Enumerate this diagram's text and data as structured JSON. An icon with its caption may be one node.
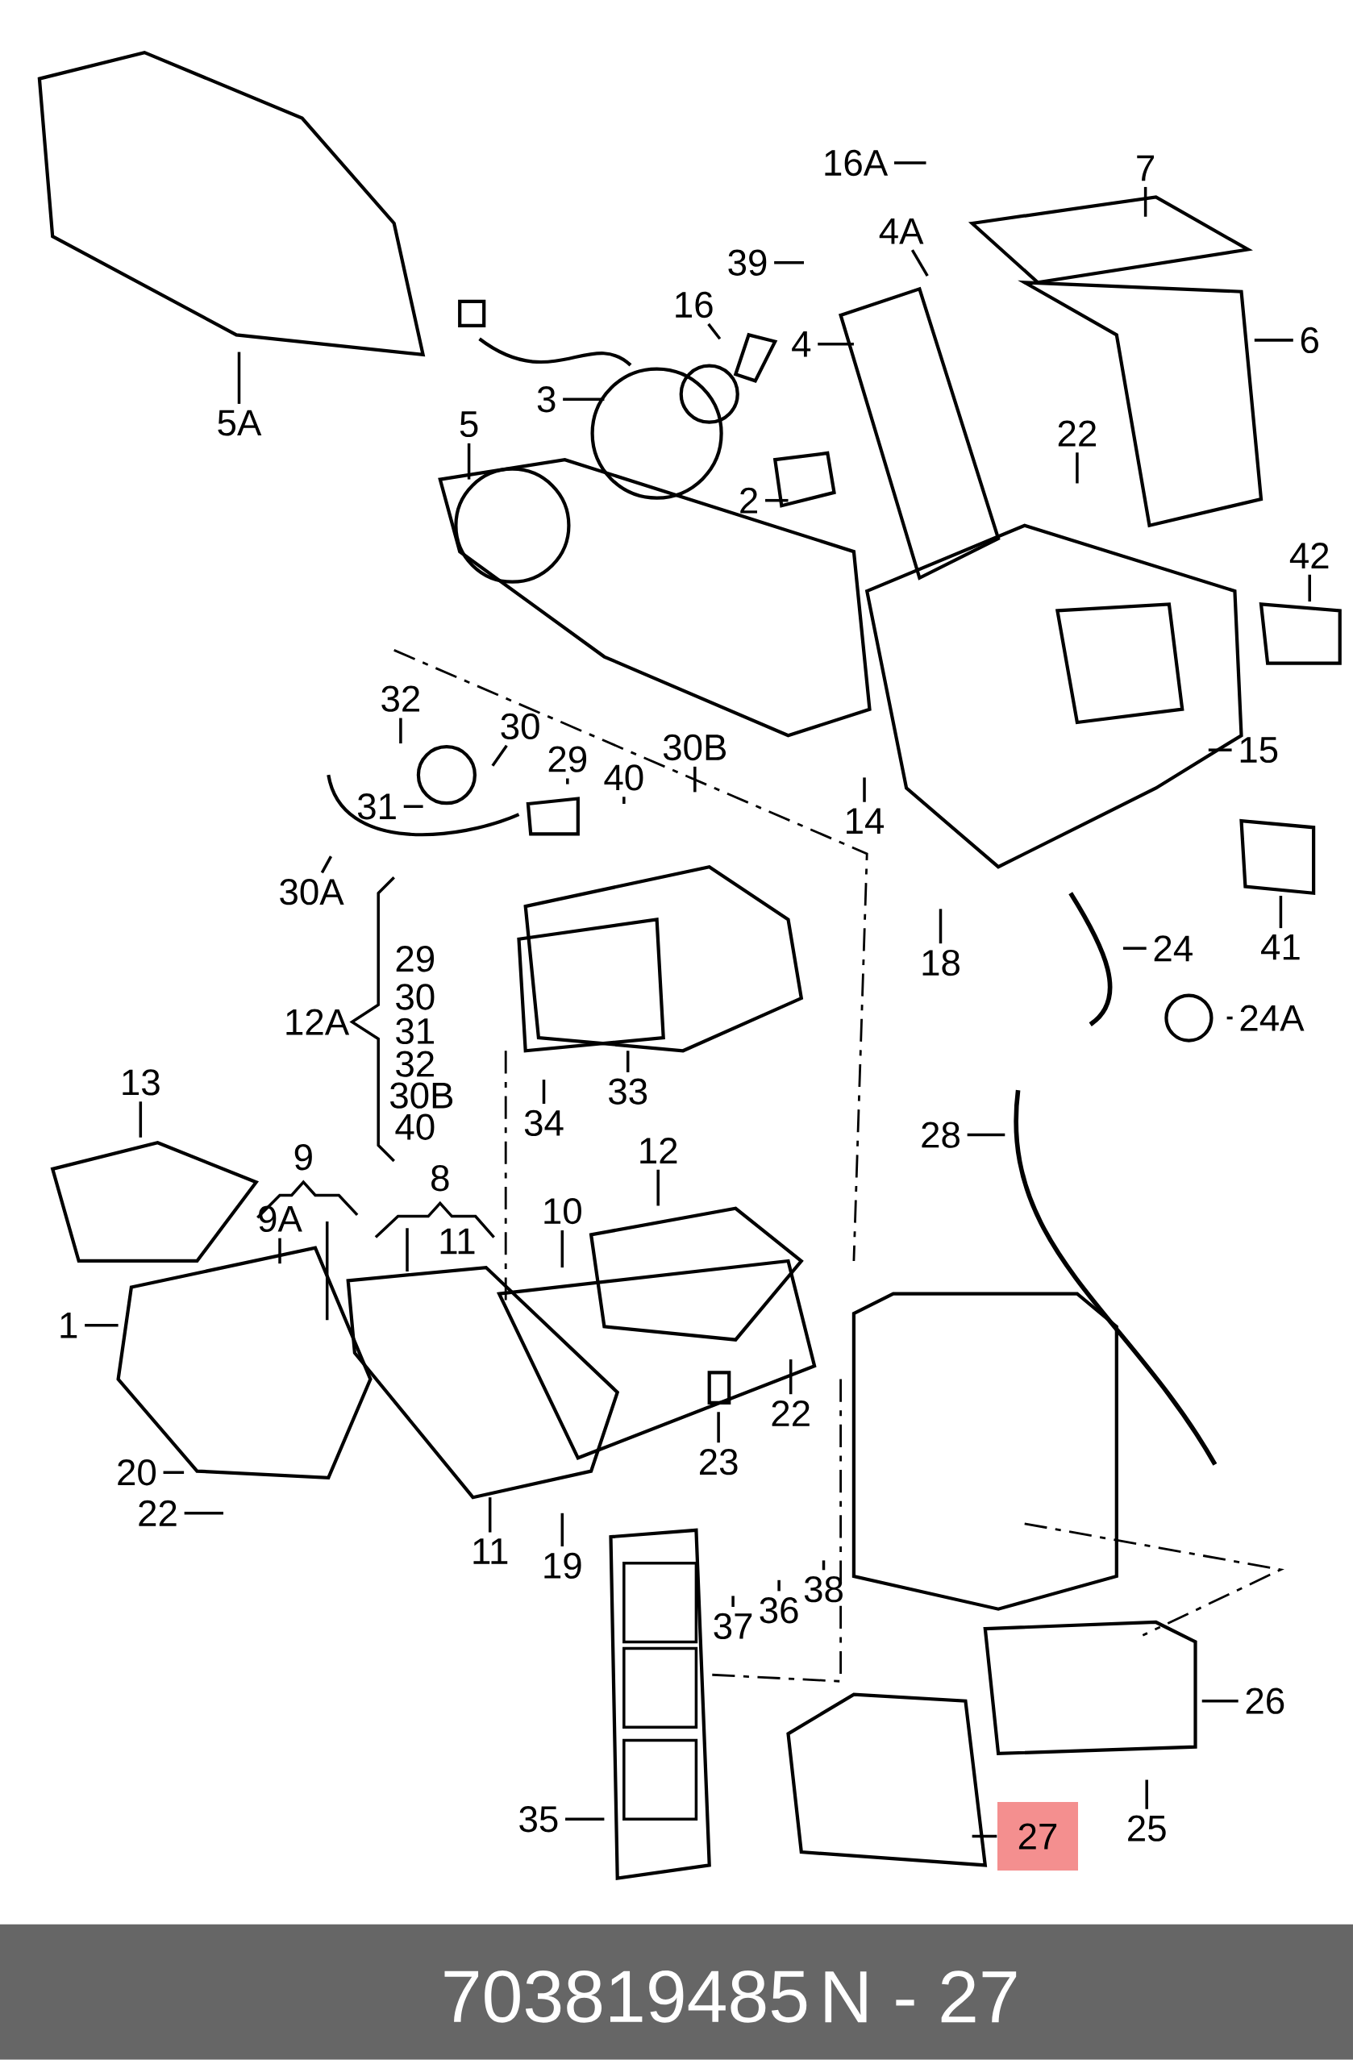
{
  "diagram": {
    "nodes": [
      {
        "text": [
          "5A"
        ]
      },
      {
        "text": [
          "16A"
        ]
      },
      {
        "text": [
          "7"
        ]
      },
      {
        "text": [
          "39"
        ]
      },
      {
        "text": [
          "4A"
        ]
      },
      {
        "text": [
          "16"
        ]
      },
      {
        "text": [
          "4"
        ]
      },
      {
        "text": [
          "6"
        ]
      },
      {
        "text": [
          "3"
        ]
      },
      {
        "text": [
          "5"
        ]
      },
      {
        "text": [
          "22"
        ]
      },
      {
        "text": [
          "2"
        ]
      },
      {
        "text": [
          "42"
        ]
      },
      {
        "text": [
          "32"
        ]
      },
      {
        "text": [
          "30"
        ]
      },
      {
        "text": [
          "29"
        ]
      },
      {
        "text": [
          "30B"
        ]
      },
      {
        "text": [
          "31"
        ]
      },
      {
        "text": [
          "40"
        ]
      },
      {
        "text": [
          "15"
        ]
      },
      {
        "text": [
          "14"
        ]
      },
      {
        "text": [
          "30A"
        ]
      },
      {
        "text": [
          "41"
        ]
      },
      {
        "text": [
          "18"
        ]
      },
      {
        "text": [
          "24"
        ]
      },
      {
        "text": [
          "24A"
        ]
      },
      {
        "text": [
          "33"
        ]
      },
      {
        "text": [
          "34"
        ]
      },
      {
        "text": [
          "13"
        ]
      },
      {
        "text": [
          "28"
        ]
      },
      {
        "text": [
          "12"
        ]
      },
      {
        "text": [
          "9A"
        ]
      },
      {
        "text": [
          "10"
        ]
      },
      {
        "text": [
          "1"
        ]
      },
      {
        "text": [
          "22"
        ]
      },
      {
        "text": [
          "23"
        ]
      },
      {
        "text": [
          "20"
        ]
      },
      {
        "text": [
          "22"
        ]
      },
      {
        "text": [
          "11"
        ]
      },
      {
        "text": [
          "19"
        ]
      },
      {
        "text": [
          "38"
        ]
      },
      {
        "text": [
          "36"
        ]
      },
      {
        "text": [
          "37"
        ]
      },
      {
        "text": [
          "26"
        ]
      },
      {
        "text": [
          "35"
        ]
      },
      {
        "text": [
          "25"
        ]
      },
      {
        "text": [
          "27"
        ]
      }
    ],
    "edges": [
      {
        "from": 0,
        "to": null,
        "arrow": "none"
      },
      {
        "from": 1,
        "to": null,
        "arrow": "none"
      },
      {
        "from": 2,
        "to": null,
        "arrow": "none"
      },
      {
        "from": 3,
        "to": null,
        "arrow": "none"
      },
      {
        "from": 4,
        "to": null,
        "arrow": "none"
      },
      {
        "from": 5,
        "to": null,
        "arrow": "none"
      },
      {
        "from": 6,
        "to": null,
        "arrow": "none"
      },
      {
        "from": 7,
        "to": null,
        "arrow": "none"
      },
      {
        "from": 8,
        "to": null,
        "arrow": "none"
      },
      {
        "from": 9,
        "to": null,
        "arrow": "none"
      },
      {
        "from": 10,
        "to": null,
        "arrow": "none"
      },
      {
        "from": 11,
        "to": null,
        "arrow": "none"
      },
      {
        "from": 12,
        "to": null,
        "arrow": "none"
      },
      {
        "from": 13,
        "to": null,
        "arrow": "none"
      },
      {
        "from": 14,
        "to": null,
        "arrow": "none"
      },
      {
        "from": 15,
        "to": null,
        "arrow": "none"
      },
      {
        "from": 16,
        "to": null,
        "arrow": "none"
      },
      {
        "from": 17,
        "to": null,
        "arrow": "none"
      },
      {
        "from": 18,
        "to": null,
        "arrow": "none"
      },
      {
        "from": 19,
        "to": null,
        "arrow": "none"
      },
      {
        "from": 20,
        "to": null,
        "arrow": "none"
      },
      {
        "from": 21,
        "to": null,
        "arrow": "none"
      },
      {
        "from": 22,
        "to": null,
        "arrow": "none"
      },
      {
        "from": 23,
        "to": null,
        "arrow": "none"
      },
      {
        "from": 24,
        "to": null,
        "arrow": "none"
      },
      {
        "from": 25,
        "to": null,
        "arrow": "none"
      },
      {
        "from": 26,
        "to": null,
        "arrow": "none"
      },
      {
        "from": 27,
        "to": null,
        "arrow": "none"
      },
      {
        "from": 28,
        "to": null,
        "arrow": "none"
      },
      {
        "from": 29,
        "to": null,
        "arrow": "none"
      },
      {
        "from": 30,
        "to": null,
        "arrow": "none"
      },
      {
        "from": 31,
        "to": null,
        "arrow": "none"
      },
      {
        "from": 32,
        "to": null,
        "arrow": "none"
      },
      {
        "from": 33,
        "to": null,
        "arrow": "none"
      },
      {
        "from": 34,
        "to": null,
        "arrow": "none"
      },
      {
        "from": 35,
        "to": null,
        "arrow": "none"
      },
      {
        "from": 36,
        "to": null,
        "arrow": "none"
      },
      {
        "from": 37,
        "to": null,
        "arrow": "none"
      },
      {
        "from": 38,
        "to": null,
        "arrow": "none"
      },
      {
        "from": 39,
        "to": null,
        "arrow": "none"
      },
      {
        "from": 40,
        "to": null,
        "arrow": "none"
      },
      {
        "from": 41,
        "to": null,
        "arrow": "none"
      },
      {
        "from": 42,
        "to": null,
        "arrow": "none"
      },
      {
        "from": 43,
        "to": null,
        "arrow": "none"
      },
      {
        "from": 44,
        "to": null,
        "arrow": "none"
      },
      {
        "from": 45,
        "to": null,
        "arrow": "none"
      },
      {
        "from": 46,
        "to": null,
        "arrow": "none"
      }
    ],
    "labels": [
      "12A",
      "29",
      "30",
      "31",
      "32",
      "30B",
      "40",
      "9",
      "8",
      "11",
      "703819485",
      "N - 27"
    ]
  }
}
